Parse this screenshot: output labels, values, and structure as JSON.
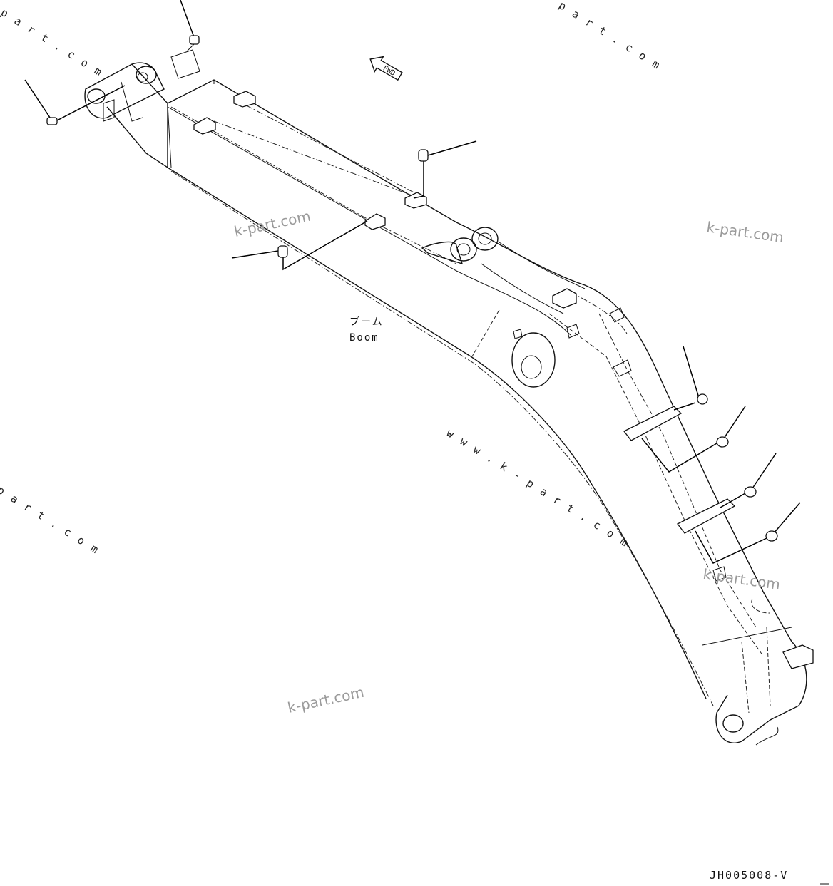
{
  "labels": {
    "boom_ja": "ブーム",
    "boom_en": "Boom",
    "front_arrow": "FWD",
    "drawing_code": "JH005008-V"
  },
  "watermarks": {
    "kpart": "k-part.com",
    "spaced": "w w w . k - p a r t . c o m",
    "spaced_short": "p a r t . c o m"
  }
}
